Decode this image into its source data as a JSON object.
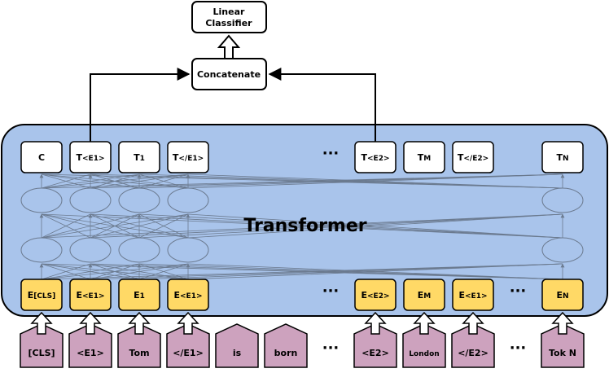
{
  "diagram": {
    "classifier_label_line1": "Linear",
    "classifier_label_line2": "Classifier",
    "concatenate_label": "Concatenate",
    "transformer_label": "Transformer",
    "ellipsis": "···",
    "outputs": [
      {
        "main": "C",
        "sub": ""
      },
      {
        "main": "T",
        "sub": "<E1>"
      },
      {
        "main": "T",
        "sub": "1"
      },
      {
        "main": "T",
        "sub": "</E1>"
      },
      {
        "main": "T",
        "sub": "<E2>"
      },
      {
        "main": "T",
        "sub": "M"
      },
      {
        "main": "T",
        "sub": "</E2>"
      },
      {
        "main": "T",
        "sub": "N"
      }
    ],
    "embeddings": [
      {
        "main": "E",
        "sub": "[CLS]"
      },
      {
        "main": "E",
        "sub": "<E1>"
      },
      {
        "main": "E",
        "sub": "1"
      },
      {
        "main": "E",
        "sub": "<E1>"
      },
      {
        "main": "E",
        "sub": "<E2>"
      },
      {
        "main": "E",
        "sub": "M"
      },
      {
        "main": "E",
        "sub": "<E1>"
      },
      {
        "main": "E",
        "sub": "N"
      }
    ],
    "tokens": [
      "[CLS]",
      "<E1>",
      "Tom",
      "</E1>",
      "is",
      "born",
      "<E2>",
      "London",
      "</E2>",
      "Tok N"
    ],
    "colors": {
      "transformer_fill": "#a9c4eb",
      "embedding_fill": "#ffd966",
      "token_fill": "#cda2be",
      "output_fill": "#ffffff",
      "stroke": "#000000",
      "line": "#6b7a8f"
    }
  }
}
